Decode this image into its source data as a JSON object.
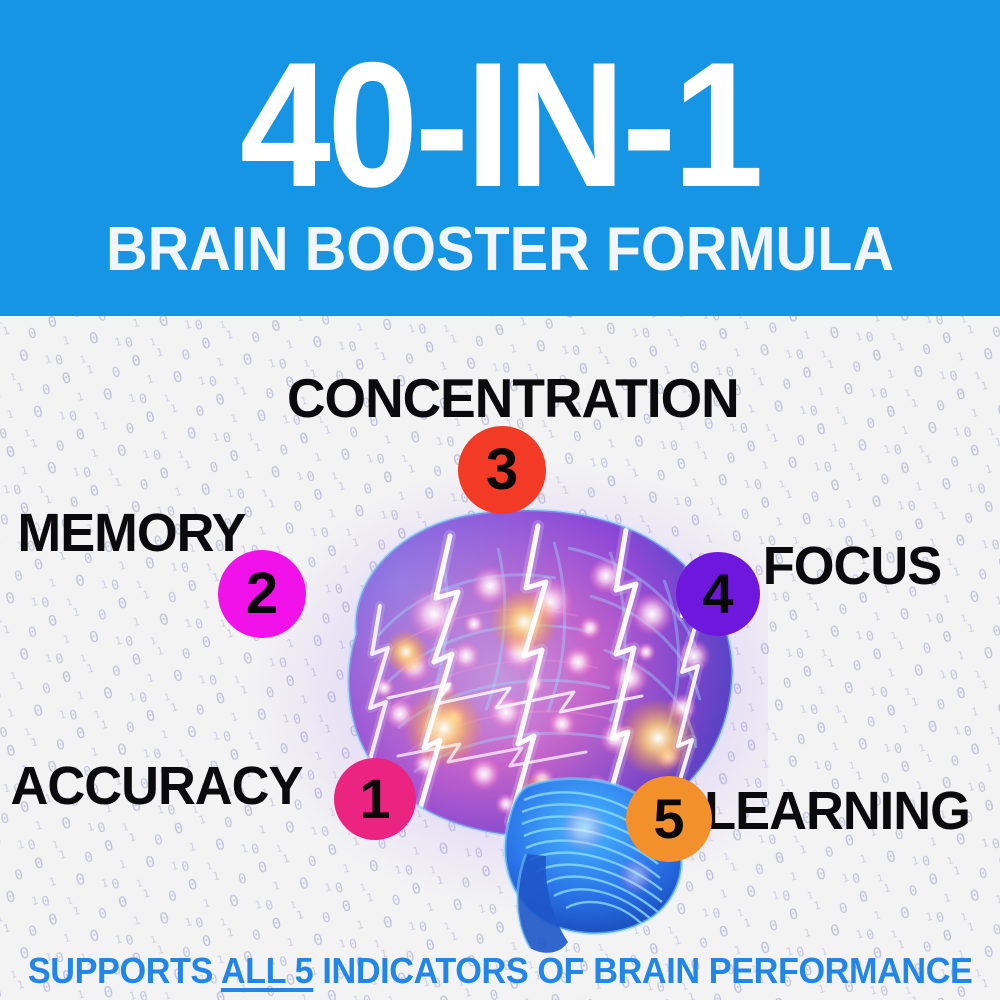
{
  "header": {
    "title": "40-IN-1",
    "subtitle": "BRAIN BOOSTER FORMULA",
    "background_color": "#1795e5",
    "text_color": "#ffffff"
  },
  "body": {
    "background_color": "#f3f3f4",
    "pattern": "binary-digits",
    "pattern_digits": [
      "0",
      "1"
    ],
    "pattern_color": "#9aa0c8"
  },
  "hero": {
    "image": "glowing-neural-brain",
    "description": "Side view of a human brain glowing with pink, magenta and purple neural light with white lightning bolts and a blue cerebellum"
  },
  "indicators": [
    {
      "number": "1",
      "label": "ACCURACY",
      "color": "#ea2480"
    },
    {
      "number": "2",
      "label": "MEMORY",
      "color": "#f012e8"
    },
    {
      "number": "3",
      "label": "CONCENTRATION",
      "color": "#f23a26"
    },
    {
      "number": "4",
      "label": "FOCUS",
      "color": "#6f18dd"
    },
    {
      "number": "5",
      "label": "LEARNING",
      "color": "#f2912c"
    }
  ],
  "footer": {
    "prefix": "SUPPORTS ",
    "emphasis": "ALL 5",
    "suffix": " INDICATORS OF BRAIN PERFORMANCE",
    "full_text": "SUPPORTS ALL 5 INDICATORS OF BRAIN PERFORMANCE",
    "color": "#2186e8"
  }
}
